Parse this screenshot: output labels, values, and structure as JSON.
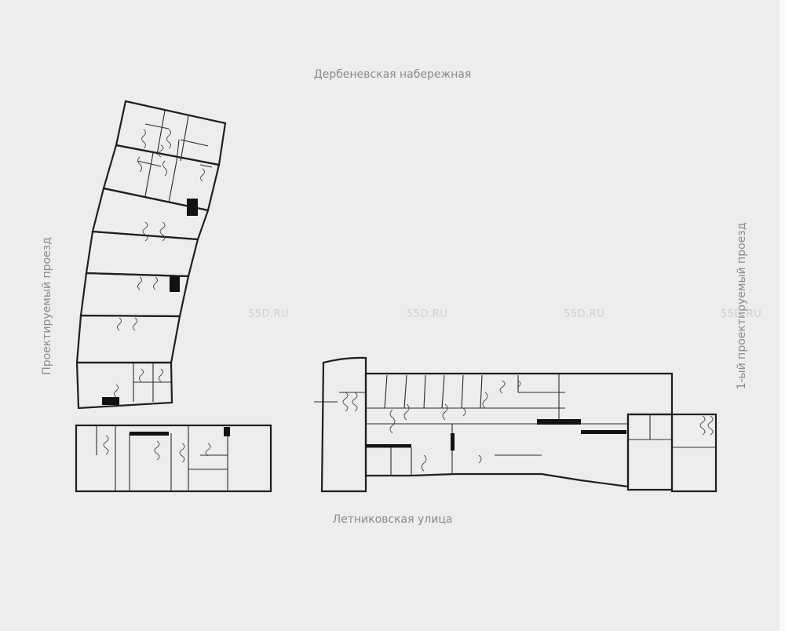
{
  "streets": {
    "top": "Дербеневская набережная",
    "bottom": "Летниковская улица",
    "left": "Проектируемый проезд",
    "right": "1-ый проектируемый проезд"
  },
  "watermarks": [
    "55D.RU",
    "55D.RU",
    "55D.RU",
    "55D.RU"
  ],
  "colors": {
    "background": "#ededed",
    "walls": "#1f1f1f",
    "labels": "#8a8a8a",
    "watermark": "#cfcfcf"
  }
}
